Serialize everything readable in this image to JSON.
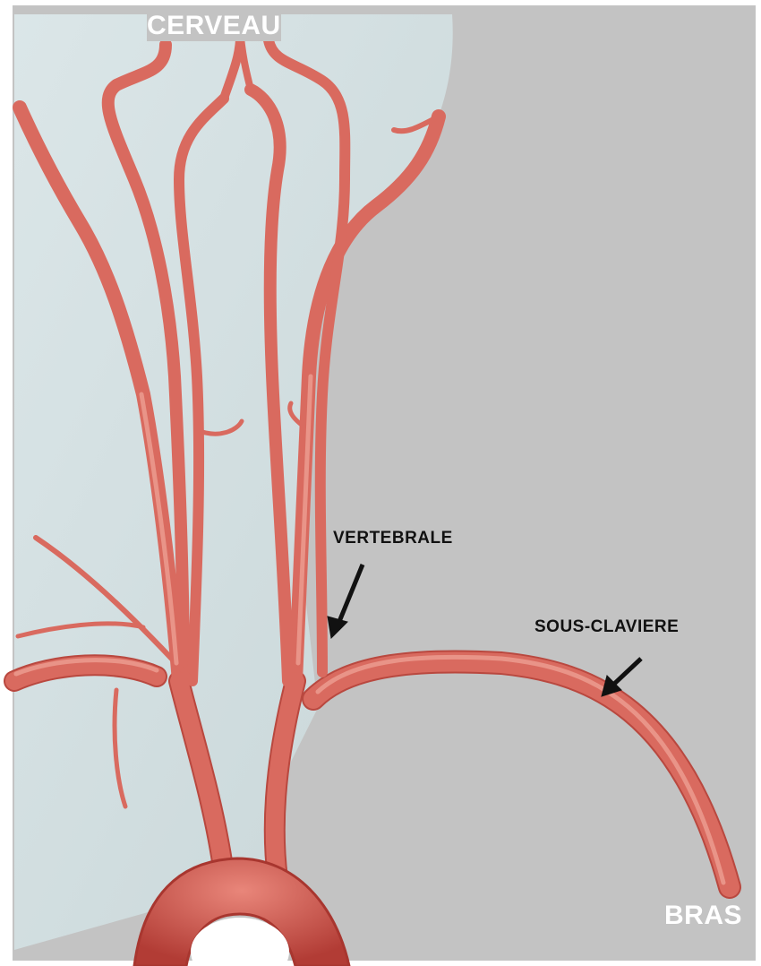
{
  "labels": {
    "brain": "CERVEAU",
    "vertebral": "VERTEBRALE",
    "subclavian": "SOUS-CLAVIERE",
    "arm": "BRAS"
  },
  "colors": {
    "background": "#c3c3c3",
    "tissue": "#d2dee0",
    "artery": "#d96a5f",
    "artery_dark": "#b9483f",
    "artery_light": "#f0a79a",
    "aorta": "#c64a42",
    "label_dark": "#111111",
    "label_light": "#ffffff"
  }
}
